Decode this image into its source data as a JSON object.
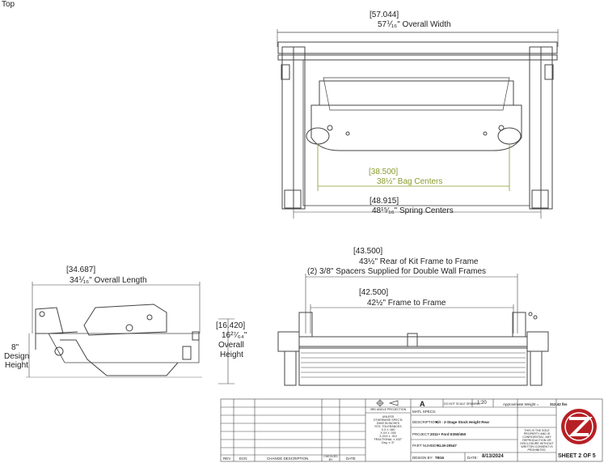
{
  "top_left_label": "Top",
  "views": {
    "top": {
      "overall_width_dec": "[57.044]",
      "overall_width": "57⅟₁₆\"   Overall Width",
      "bag_centers_dec": "[38.500]",
      "bag_centers": "38½\"   Bag Centers",
      "spring_centers_dec": "[48.915]",
      "spring_centers": "48¹⁵⁄₁₆\"   Spring Centers"
    },
    "side": {
      "overall_length_dec": "[34.687]",
      "overall_length": "34⅟₁₆\"   Overall Length",
      "height_dec": "[16.420]",
      "height_frac": "16²⁷⁄₆₄\"",
      "height_label_1": "Overall",
      "height_label_2": "Height",
      "design_height_1": "8\"",
      "design_height_2": "Design",
      "design_height_3": "Height"
    },
    "rear": {
      "rear_frame_dec": "[43.500]",
      "rear_frame": "43½\"   Rear of Kit Frame to Frame",
      "spacer_note": "(2) 3/8\" Spacers Supplied for Double Wall Frames",
      "frame_dec": "[42.500]",
      "frame": "42½\"   Frame to Frame"
    }
  },
  "title_block": {
    "rev": "REV",
    "ecn": "ECN",
    "change_description": "CHANGE DESCRIPTION",
    "checked_by": "CHECKED BY",
    "date": "DATE",
    "third_angle": "3RD ANGLE PROJECTION",
    "sheet_size": "A",
    "do_not_scale": "DO NOT SCALE DRAWING",
    "scale": "1:20",
    "approx_weight_label": "Approximate Weight =",
    "approx_weight": "312.42 lbs",
    "tolerance_lines": [
      "UNLESS",
      "OTHERWISE SPEC'D:",
      "DIMS IN INCHES",
      "STD. TOLERANCES",
      "X.X ± .060",
      "X.XX ± .030",
      "X.XXX ± .010",
      "FRACTIONAL ± 1/32\"",
      "Deg. ± .5°"
    ],
    "matl_specs": "MATL SPECS:",
    "description_label": "DESCRIPTION:",
    "description": "Kit - 2-Stage Stock Height Rear",
    "project_label": "PROJECT:",
    "project": "2011+ Ford E350/450",
    "part_number_label": "PART NUMBER:",
    "part_number": "KLM-20547",
    "design_by_label": "DESIGN BY:",
    "design_by": "TB16",
    "date_label": "DATE:",
    "date_value": "8/13/2024",
    "proprietary_note": "THIS IS THE SOLE PROPERTY AND IS CONFIDENTIAL. ANY REPRODUCTION OR DISCLOSURE WITHOUT WRITTEN CONSENT IS PROHIBITED.",
    "sheet": "SHEET 2 OF 5"
  },
  "colors": {
    "line": "#444444",
    "accent": "#8a9a2a",
    "logo_red": "#b62025"
  }
}
